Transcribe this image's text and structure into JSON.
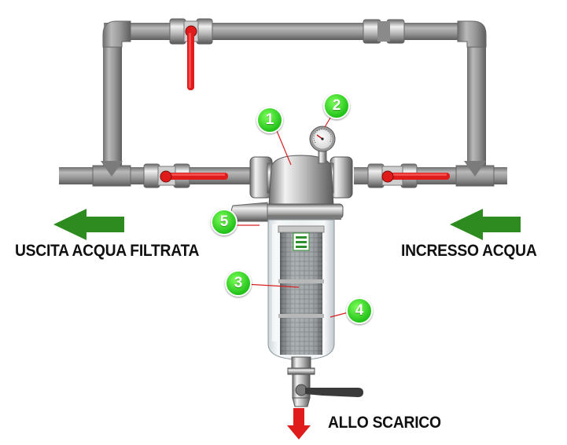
{
  "labels": {
    "outlet": "USCITA ACQUA FILTRATA",
    "inlet": "INCRESSO ACQUA",
    "drain": "ALLO SCARICO"
  },
  "callouts": [
    "1",
    "2",
    "3",
    "4",
    "5"
  ],
  "icons": {
    "flow_arrow": "green-left-arrow-icon",
    "drain_arrow": "red-down-arrow-icon",
    "valve": "ball-valve-icon",
    "gauge": "pressure-gauge-icon"
  },
  "colors": {
    "pipe": "#8f8f8f",
    "valve_handle": "#e01b1b",
    "flow_arrow": "#2e8b1f",
    "drain_arrow": "#e01b1b",
    "callout": "#2fd61f",
    "leader_line": "#d62020"
  }
}
